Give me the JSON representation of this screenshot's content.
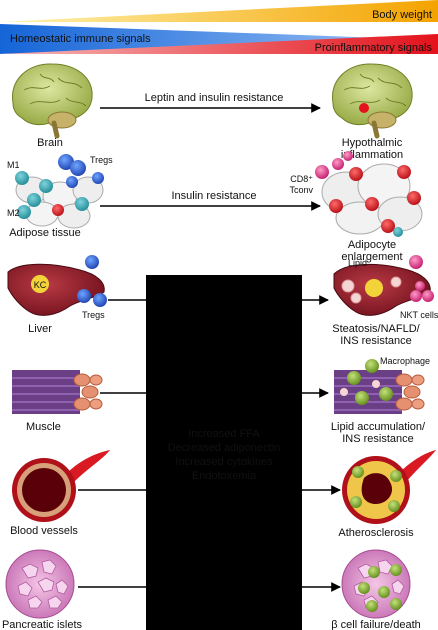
{
  "banner": {
    "body_weight": "Body weight",
    "homeostatic": "Homeostatic immune signals",
    "proinflammatory": "Proinflammatory signals"
  },
  "rows": {
    "brain": {
      "left": "Brain",
      "arrow": "Leptin and insulin resistance",
      "right_1": "Hypothalmic",
      "right_2": "inflammation"
    },
    "adipose": {
      "left": "Adipose tissue",
      "arrow": "Insulin resistance",
      "right_1": "Adipocyte",
      "right_2": "enlargement",
      "m1": "M1",
      "m2": "M2",
      "tregs": "Tregs",
      "cd8": "CD8⁺",
      "tconv": "Tconv"
    },
    "liver": {
      "left": "Liver",
      "kc": "KC",
      "tregs": "Tregs",
      "lipid": "Lipid",
      "nkt": "NKT cells",
      "right_1": "Steatosis/NAFLD/",
      "right_2": "INS resistance"
    },
    "muscle": {
      "left": "Muscle",
      "macrophage": "Macrophage",
      "right_1": "Lipid accumulation/",
      "right_2": "INS resistance"
    },
    "vessels": {
      "left": "Blood vessels",
      "right_1": "Atherosclerosis"
    },
    "islets": {
      "left": "Pancreatic islets",
      "right_1": "β cell failure/death"
    }
  },
  "center_box": [
    "Increased FFA",
    "Decreased adiponectin",
    "Increased cytokines",
    "Endotoxemia"
  ],
  "colors": {
    "yellow": "#f4b400",
    "blue": "#1a73e8",
    "red": "#e3121b",
    "box": "#000000"
  }
}
